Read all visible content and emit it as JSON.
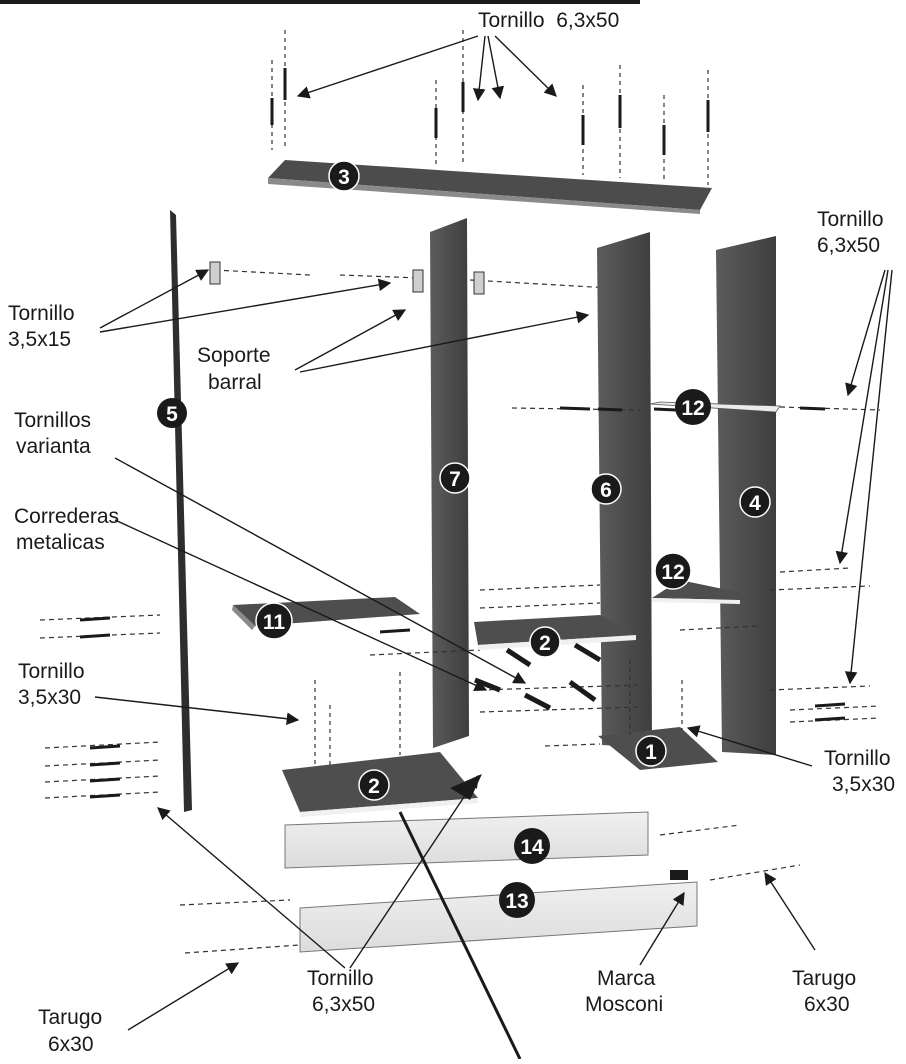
{
  "labels": {
    "top_screw": "Tornillo  6,3x50",
    "right_top_screw_1": "Tornillo",
    "right_top_screw_2": "6,3x50",
    "left_screw_1": "Tornillo",
    "left_screw_2": "3,5x15",
    "support_1": "Soporte",
    "support_2": "barral",
    "screws_var_1": "Tornillos",
    "screws_var_2": "varianta",
    "slides_1": "Correderas",
    "slides_2": "metalicas",
    "left_mid_screw_1": "Tornillo",
    "left_mid_screw_2": "3,5x30",
    "right_mid_screw_1": "Tornillo",
    "right_mid_screw_2": "3,5x30",
    "bottom_screw_1": "Tornillo",
    "bottom_screw_2": "6,3x50",
    "brand_1": "Marca",
    "brand_2": "Mosconi",
    "right_dowel_1": "Tarugo",
    "right_dowel_2": "6x30",
    "left_dowel_1": "Tarugo",
    "left_dowel_2": "6x30"
  },
  "parts": [
    "1",
    "2",
    "2",
    "3",
    "4",
    "5",
    "6",
    "7",
    "11",
    "12",
    "12",
    "13",
    "14"
  ],
  "colors": {
    "panel_dark": "#4a4a4a",
    "panel_mid": "#5a5a5a",
    "panel_light": "#e6e6e6",
    "line": "#1a1a1a",
    "badge": "#1a1a1a"
  }
}
